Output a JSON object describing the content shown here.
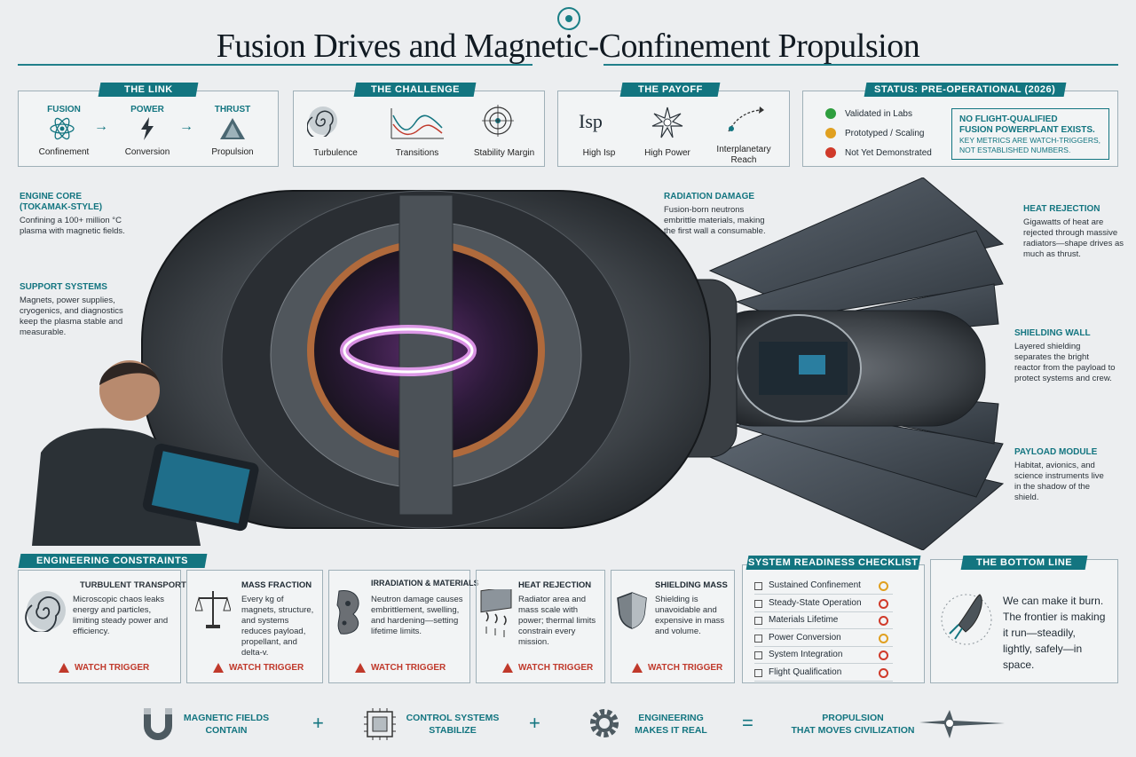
{
  "title": "Fusion Drives and Magnetic-Confinement Propulsion",
  "link": {
    "tag": "THE LINK",
    "items": [
      {
        "head": "FUSION",
        "label": "Confinement",
        "icon": "atom-icon"
      },
      {
        "head": "POWER",
        "label": "Conversion",
        "icon": "lightning-icon"
      },
      {
        "head": "THRUST",
        "label": "Propulsion",
        "icon": "thrust-icon"
      }
    ]
  },
  "challenge": {
    "tag": "THE CHALLENGE",
    "items": [
      {
        "label": "Turbulence",
        "icon": "vortex-icon"
      },
      {
        "label": "Transitions",
        "icon": "graph-icon"
      },
      {
        "label": "Stability Margin",
        "icon": "target-icon"
      }
    ]
  },
  "payoff": {
    "tag": "THE PAYOFF",
    "items": [
      {
        "label": "High Isp",
        "icon": "isp-icon",
        "glyph": "Isp"
      },
      {
        "label": "High Power",
        "icon": "starburst-icon"
      },
      {
        "label": "Interplanetary Reach",
        "icon": "trajectory-icon"
      }
    ]
  },
  "status": {
    "tag": "STATUS: PRE-OPERATIONAL (2026)",
    "legend": [
      {
        "label": "Validated in Labs",
        "color": "#2e9e3e"
      },
      {
        "label": "Prototyped / Scaling",
        "color": "#e0a020"
      },
      {
        "label": "Not Yet Demonstrated",
        "color": "#d03a2a"
      }
    ],
    "note_line1": "NO FLIGHT-QUALIFIED",
    "note_line2": "FUSION POWERPLANT EXISTS.",
    "note_line3": "KEY METRICS ARE WATCH-TRIGGERS,",
    "note_line4": "NOT ESTABLISHED NUMBERS."
  },
  "annotations": {
    "engine_core": {
      "head": "ENGINE CORE (TOKAMAK-STYLE)",
      "body": "Confining a 100+ million °C plasma with magnetic fields."
    },
    "support_systems": {
      "head": "SUPPORT SYSTEMS",
      "body": "Magnets, power supplies, cryogenics, and diagnostics keep the plasma stable and measurable."
    },
    "radiation_damage": {
      "head": "RADIATION DAMAGE",
      "body": "Fusion-born neutrons embrittle materials, making the first wall a consumable."
    },
    "heat_rejection": {
      "head": "HEAT REJECTION",
      "body": "Gigawatts of heat are rejected through massive radiators—shape drives as much as thrust."
    },
    "shielding_wall": {
      "head": "SHIELDING WALL",
      "body": "Layered shielding separates the bright reactor from the payload to protect systems and crew."
    },
    "payload_module": {
      "head": "PAYLOAD MODULE",
      "body": "Habitat, avionics, and science instruments live in the shadow of the shield."
    }
  },
  "constraints": {
    "tag": "ENGINEERING CONSTRAINTS",
    "warn": "WATCH TRIGGER",
    "items": [
      {
        "head": "TURBULENT TRANSPORT",
        "body": "Microscopic chaos leaks energy and particles, limiting steady power and efficiency.",
        "icon": "vortex-icon"
      },
      {
        "head": "MASS FRACTION",
        "body": "Every kg of magnets, structure, and systems reduces payload, propellant, and delta-v.",
        "icon": "scale-icon"
      },
      {
        "head": "IRRADIATION & MATERIALS",
        "body": "Neutron damage causes embrittlement, swelling, and hardening—setting lifetime limits.",
        "icon": "material-icon"
      },
      {
        "head": "HEAT REJECTION",
        "body": "Radiator area and mass scale with power; thermal limits constrain every mission.",
        "icon": "radiator-icon"
      },
      {
        "head": "SHIELDING MASS",
        "body": "Shielding is unavoidable and expensive in mass and volume.",
        "icon": "shield-icon"
      }
    ]
  },
  "checklist": {
    "tag": "SYSTEM READINESS CHECKLIST",
    "items": [
      {
        "label": "Sustained Confinement",
        "color": "#e0a020"
      },
      {
        "label": "Steady-State Operation",
        "color": "#d03a2a"
      },
      {
        "label": "Materials Lifetime",
        "color": "#d03a2a"
      },
      {
        "label": "Power Conversion",
        "color": "#e0a020"
      },
      {
        "label": "System Integration",
        "color": "#d03a2a"
      },
      {
        "label": "Flight Qualification",
        "color": "#d03a2a"
      }
    ]
  },
  "bottom_line": {
    "tag": "THE BOTTOM LINE",
    "line1": "We can make it burn.",
    "line2": "The frontier is making it run—steadily, lightly, safely—in space."
  },
  "equation": {
    "t1a": "MAGNETIC FIELDS",
    "t1b": "CONTAIN",
    "t2a": "CONTROL SYSTEMS",
    "t2b": "STABILIZE",
    "t3a": "ENGINEERING",
    "t3b": "MAKES IT REAL",
    "t4a": "PROPULSION",
    "t4b": "THAT MOVES CIVILIZATION",
    "plus": "+",
    "equals": "="
  }
}
